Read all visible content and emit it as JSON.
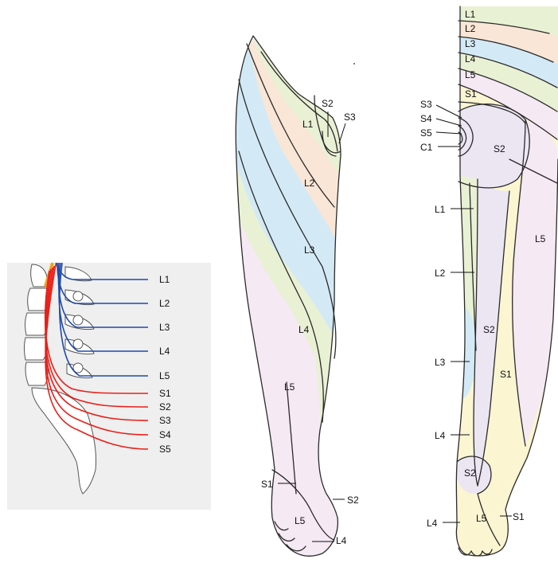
{
  "colors": {
    "inset_background": "#efefef",
    "lumbar_nerves": "#1f4aa8",
    "sacral_nerves": "#e8201a",
    "spinal_cord": "#f5a31a",
    "lumbar_L1_zone": "#e9f1d4",
    "lumbar_L2_zone": "#f9e6d6",
    "lumbar_L3_zone": "#d3eaf6",
    "lumbar_L4_zone": "#e9f1d4",
    "lumbar_L5_zone": "#f5e9f4",
    "sacral_S1_zone": "#fbf5d2",
    "sacral_S2_zone": "#ece6f3",
    "outline": "#2a2a2a"
  },
  "spine_inset": {
    "nerve_labels": [
      "L1",
      "L2",
      "L3",
      "L4",
      "L5",
      "S1",
      "S2",
      "S3",
      "S4",
      "S5"
    ]
  },
  "anterior_leg": {
    "zone_labels": [
      "L1",
      "L2",
      "L3",
      "L4",
      "L5"
    ],
    "callout_labels": [
      "S2",
      "S3",
      "S1",
      "S2",
      "L5",
      "L4"
    ]
  },
  "posterior_leg": {
    "top_band_labels": [
      "L1",
      "L2",
      "L3",
      "L4",
      "L5",
      "S1"
    ],
    "buttock_labels": [
      "S3",
      "S4",
      "S5",
      "C1",
      "S2"
    ],
    "left_callouts": [
      "L1",
      "L2",
      "L3",
      "L4"
    ],
    "zone_labels": [
      "L5",
      "S2",
      "S1",
      "S2",
      "L5"
    ],
    "foot_labels": [
      "L4",
      "S1"
    ]
  }
}
